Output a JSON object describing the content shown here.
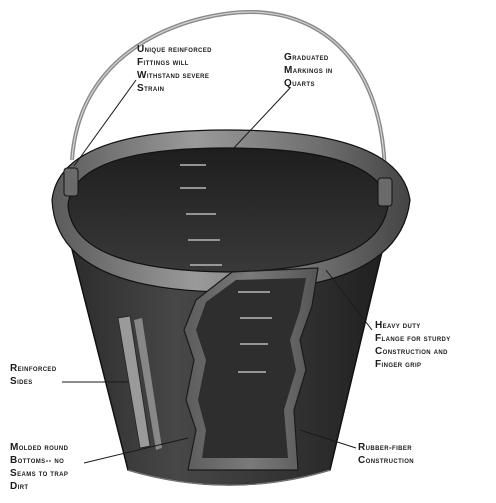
{
  "callouts": {
    "fittings": {
      "lines": [
        "Unique reinforced",
        "Fittings will",
        "Withstand severe",
        "Strain"
      ]
    },
    "markings": {
      "lines": [
        "Graduated",
        "Markings In",
        "Quarts"
      ]
    },
    "flange": {
      "lines": [
        "Heavy Duty",
        "Flange for sturdy",
        "Construction and",
        "Finger grip"
      ]
    },
    "sides": {
      "lines": [
        "Reinforced",
        "sides"
      ]
    },
    "bottoms": {
      "lines": [
        "Molded round",
        "Bottoms-- no",
        "Seams to trap",
        "Dirt"
      ]
    },
    "rubber": {
      "lines": [
        "Rubber-fiber",
        "Construction"
      ]
    }
  },
  "colors": {
    "bucket_dark": "#262626",
    "bucket_mid": "#3d3d3d",
    "bucket_light": "#8a8a8a",
    "rim_highlight": "#c9c9c9",
    "text": "#1a1a1a",
    "background": "#ffffff"
  }
}
